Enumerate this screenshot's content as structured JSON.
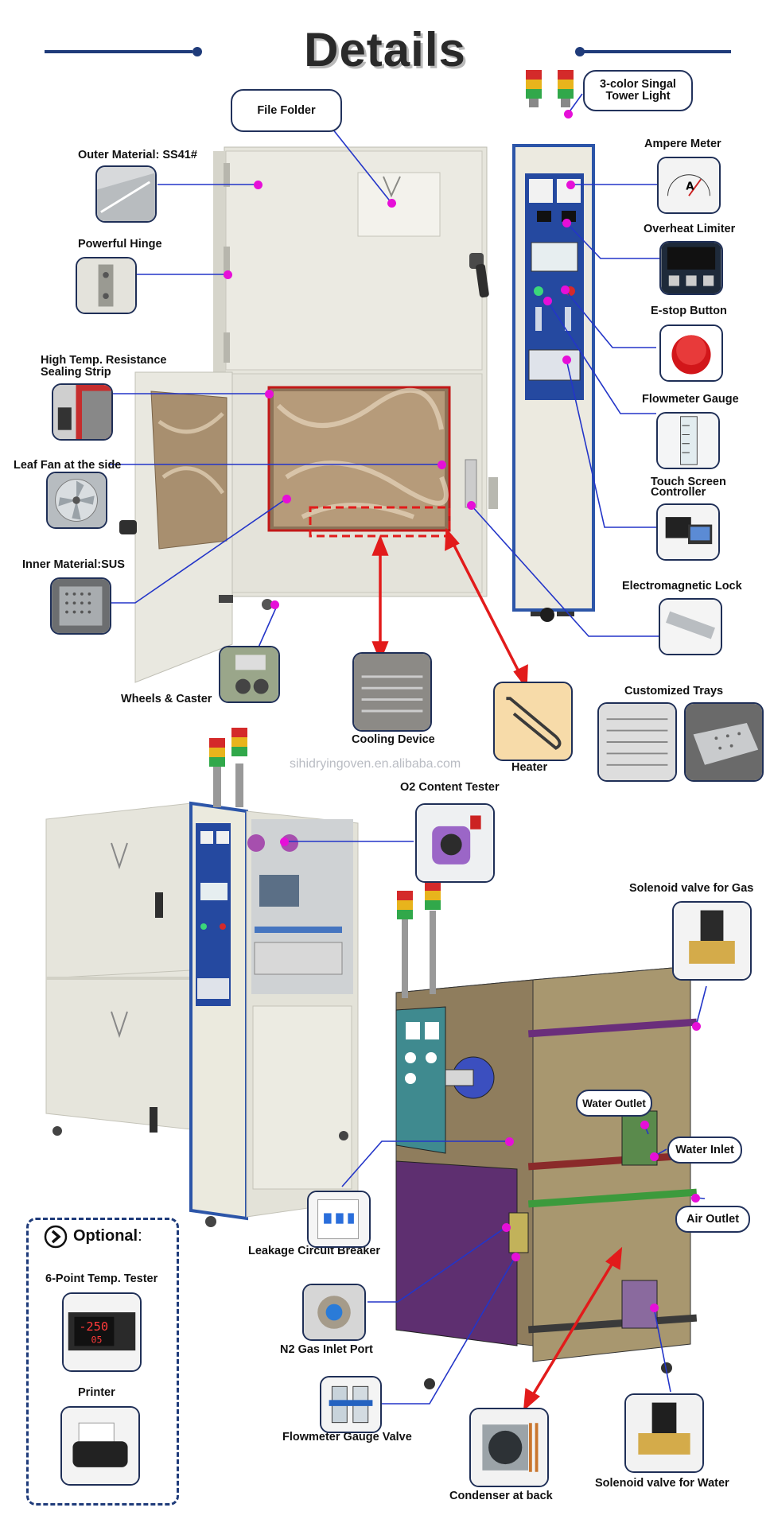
{
  "title": "Details",
  "watermark": "sihidryingoven.en.alibaba.com",
  "colors": {
    "accent": "#1f3b7a",
    "leader": "#2335c8",
    "marker": "#e60fd8",
    "arrow": "#e21b1b"
  },
  "labels": {
    "file_folder": "File Folder",
    "tower_light_1": "3-color Singal",
    "tower_light_2": "Tower Light",
    "outer_material": "Outer Material: SS41#",
    "ampere_meter": "Ampere Meter",
    "powerful_hinge": "Powerful Hinge",
    "overheat_limiter": "Overheat Limiter",
    "estop_button": "E-stop Button",
    "sealing_strip_1": "High Temp. Resistance",
    "sealing_strip_2": "Sealing Strip",
    "flowmeter_gauge": "Flowmeter Gauge",
    "leaf_fan": "Leaf Fan at the side",
    "touch_screen_1": "Touch Screen",
    "touch_screen_2": "Controller",
    "inner_material": "Inner Material:SUS",
    "electromagnetic_lock": "Electromagnetic Lock",
    "wheels_caster": "Wheels & Caster",
    "cooling_device": "Cooling Device",
    "heater": "Heater",
    "customized_trays": "Customized Trays",
    "o2_tester": "O2 Content Tester",
    "solenoid_gas": "Solenoid valve for Gas",
    "water_outlet": "Water Outlet",
    "water_inlet": "Water Inlet",
    "air_outlet": "Air Outlet",
    "leakage_breaker": "Leakage Circuit Breaker",
    "n2_inlet": "N2 Gas Inlet Port",
    "flowmeter_valve": "Flowmeter Gauge  Valve",
    "condenser": "Condenser at back",
    "solenoid_water": "Solenoid valve for Water"
  },
  "optional": {
    "heading": "Optional",
    "colon": ":",
    "temp_tester": "6-Point Temp. Tester",
    "temp_reading_top": "-250",
    "temp_reading_bottom": "05",
    "printer": "Printer"
  },
  "gauge_letter": "A",
  "icons": [
    "chevron-right-circle-icon"
  ]
}
